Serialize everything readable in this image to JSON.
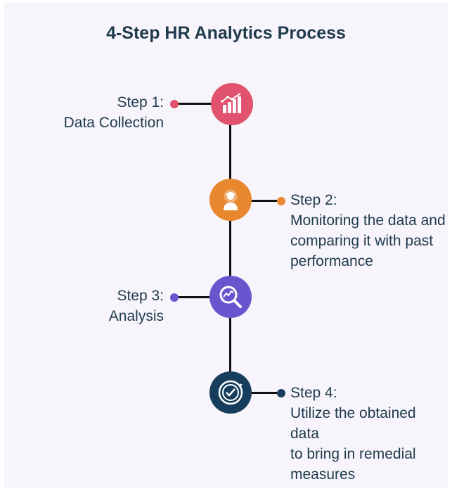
{
  "title": "4-Step HR Analytics Process",
  "steps": [
    {
      "heading": "Step 1:",
      "lines": [
        "Data Collection"
      ],
      "color": "#e0526e",
      "icon": "bar-chart-growth-icon"
    },
    {
      "heading": "Step 2:",
      "lines": [
        "Monitoring the data and",
        "comparing it with past",
        "performance"
      ],
      "color": "#e9872f",
      "icon": "worker-gear-icon"
    },
    {
      "heading": "Step 3:",
      "lines": [
        "Analysis"
      ],
      "color": "#6b55cf",
      "icon": "magnifier-trend-icon"
    },
    {
      "heading": "Step 4:",
      "lines": [
        "Utilize the obtained data",
        "to bring in remedial",
        "measures"
      ],
      "color": "#163e5c",
      "icon": "target-check-icon"
    }
  ]
}
